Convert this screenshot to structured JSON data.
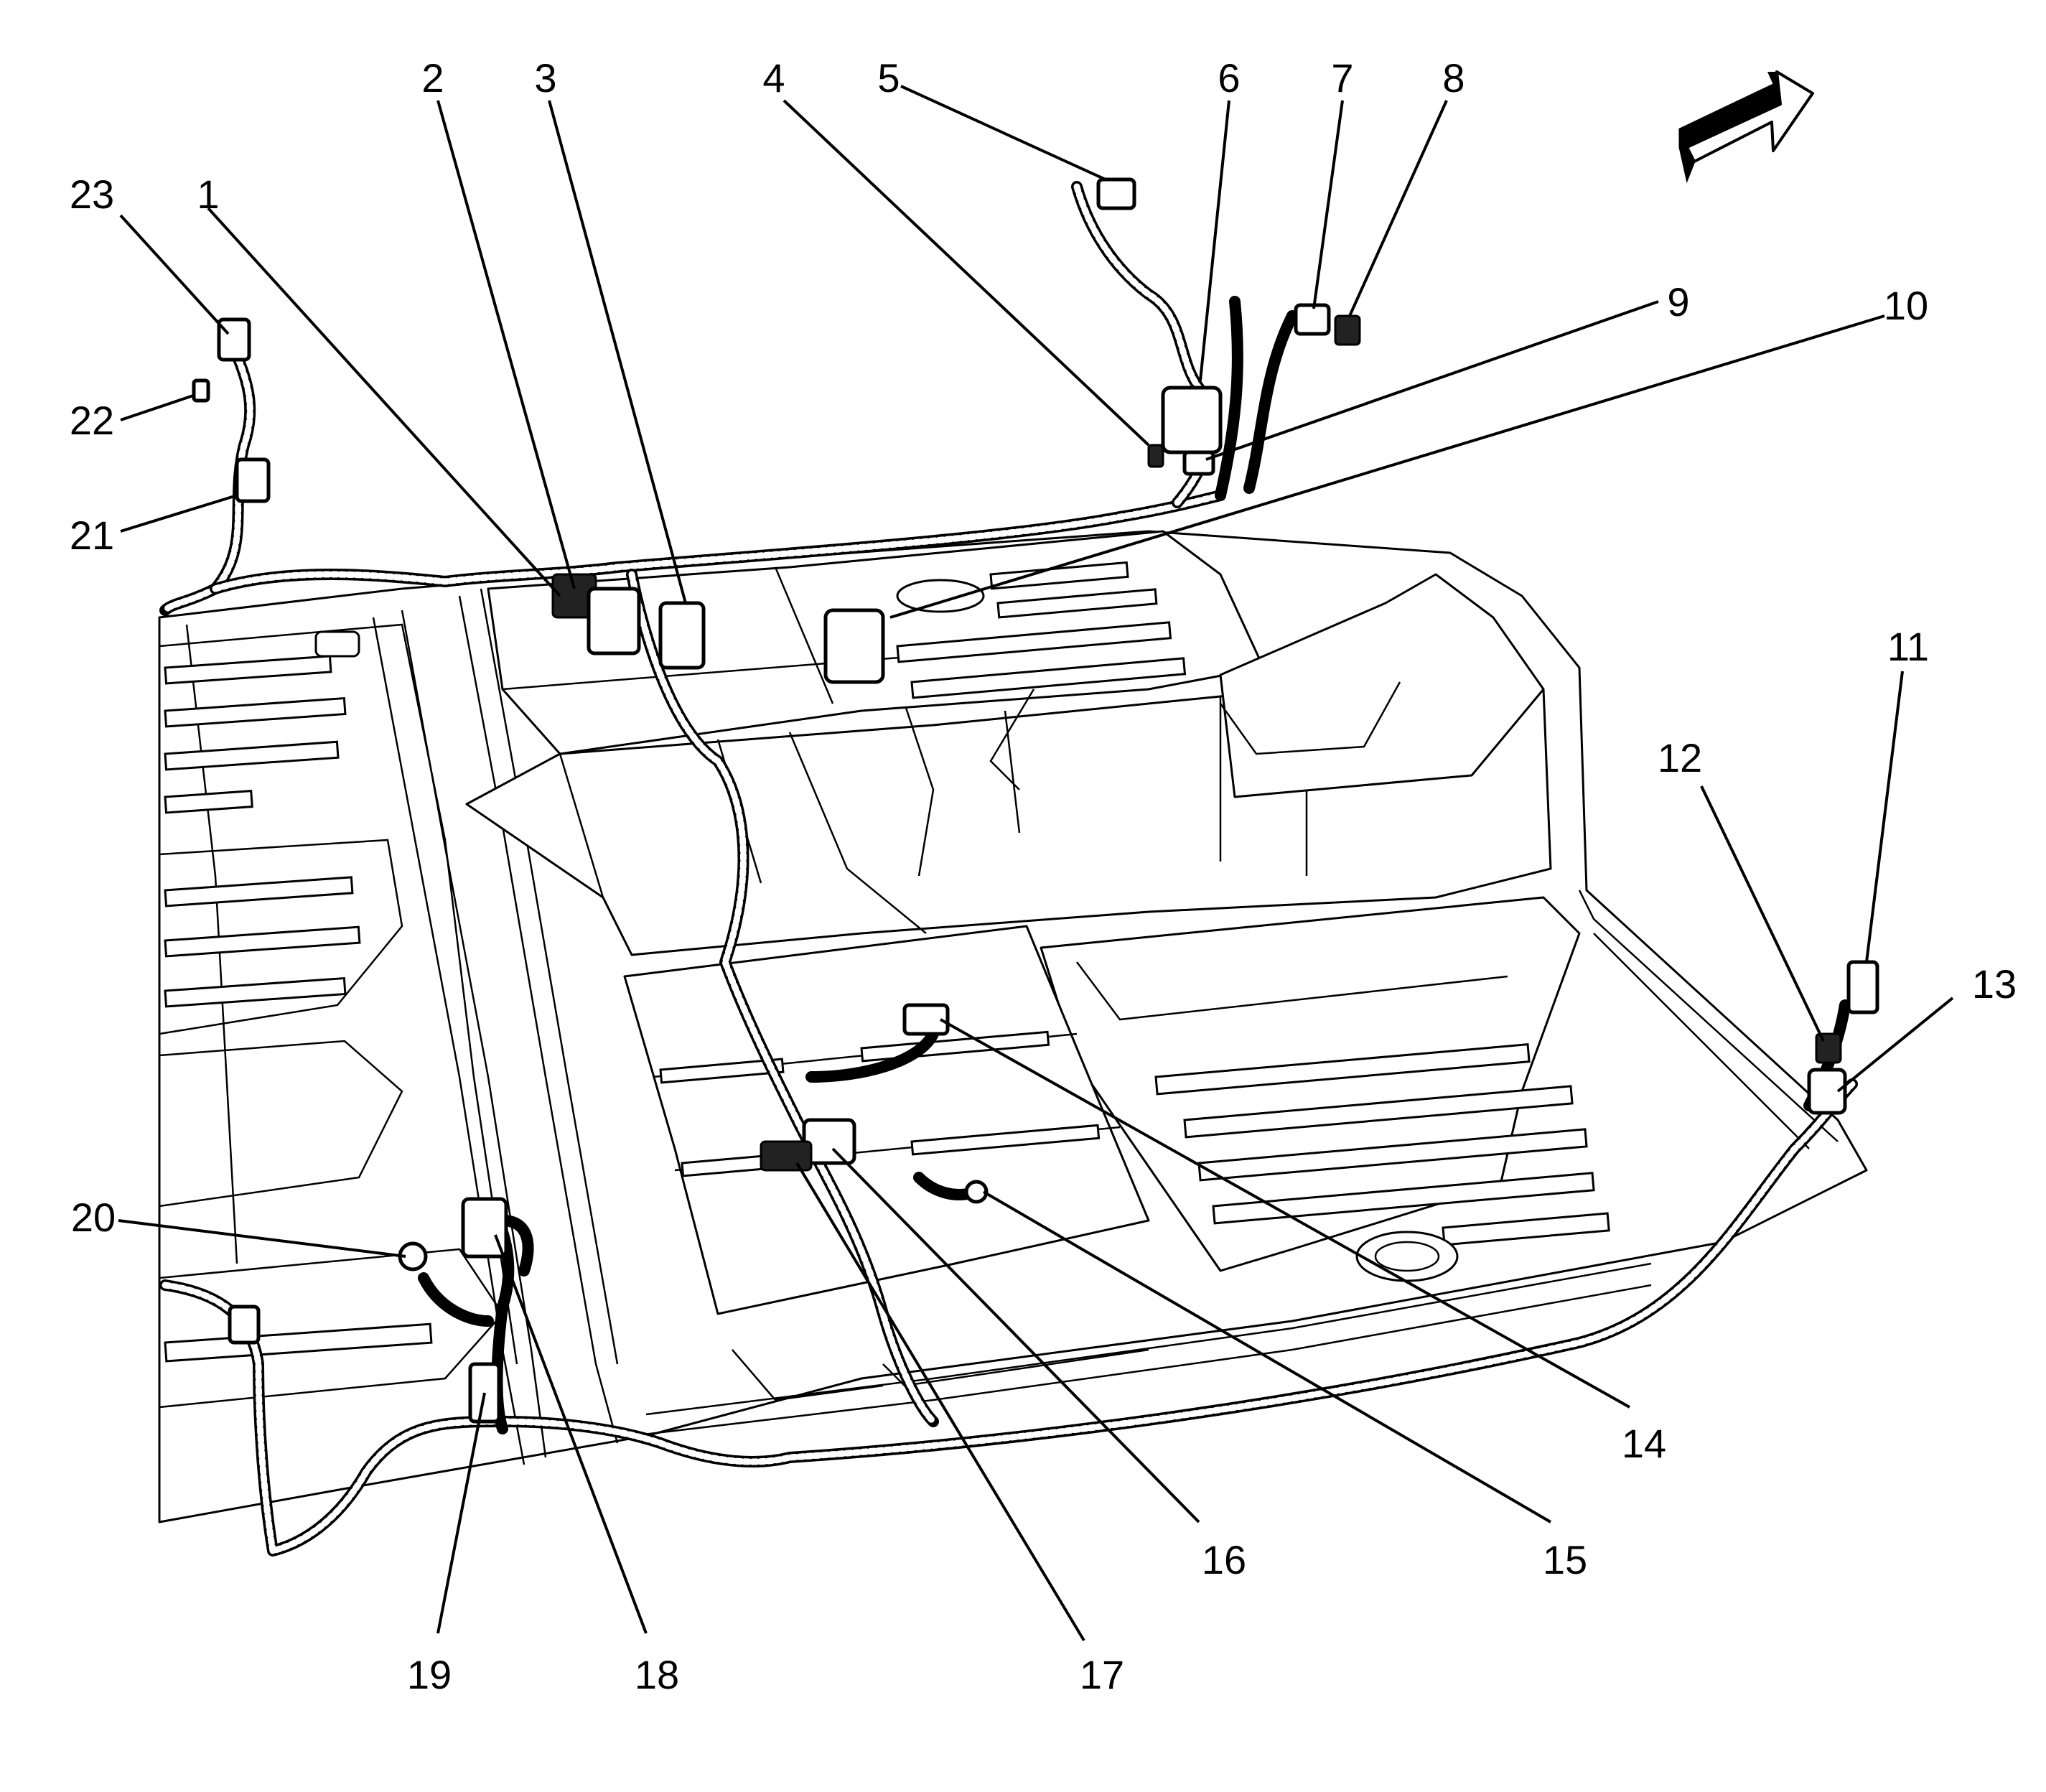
{
  "callouts": [
    {
      "id": "c1",
      "text": "1"
    },
    {
      "id": "c2",
      "text": "2"
    },
    {
      "id": "c3",
      "text": "3"
    },
    {
      "id": "c4",
      "text": "4"
    },
    {
      "id": "c5",
      "text": "5"
    },
    {
      "id": "c6",
      "text": "6"
    },
    {
      "id": "c7",
      "text": "7"
    },
    {
      "id": "c8",
      "text": "8"
    },
    {
      "id": "c9",
      "text": "9"
    },
    {
      "id": "c10",
      "text": "10"
    },
    {
      "id": "c11",
      "text": "11"
    },
    {
      "id": "c12",
      "text": "12"
    },
    {
      "id": "c13",
      "text": "13"
    },
    {
      "id": "c14",
      "text": "14"
    },
    {
      "id": "c15",
      "text": "15"
    },
    {
      "id": "c16",
      "text": "16"
    },
    {
      "id": "c17",
      "text": "17"
    },
    {
      "id": "c18",
      "text": "18"
    },
    {
      "id": "c19",
      "text": "19"
    },
    {
      "id": "c20",
      "text": "20"
    },
    {
      "id": "c21",
      "text": "21"
    },
    {
      "id": "c22",
      "text": "22"
    },
    {
      "id": "c23",
      "text": "23"
    }
  ],
  "direction_arrow": {
    "icon": "forward-direction-arrow-icon"
  },
  "colors": {
    "line": "#000000",
    "background": "#ffffff"
  }
}
